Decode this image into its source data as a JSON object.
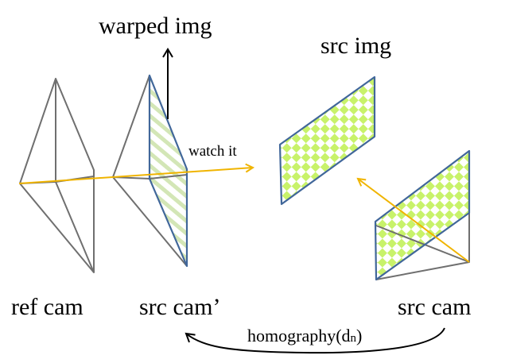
{
  "labels": {
    "warped_img": "warped img",
    "src_img": "src img",
    "watch_it": "watch it",
    "ref_cam": "ref cam",
    "src_cam_prime": "src cam’",
    "src_cam": "src cam",
    "homography": "homography(d",
    "homography_sub": "n",
    "homography_close": ")"
  },
  "colors": {
    "camera_frustum": "#6f6f6f",
    "image_plane_border": "#41679a",
    "checker_fill": "#c8f26a",
    "hatch_fill": "#cfe2b0",
    "ray": "#f0b400",
    "arrow": "#000000"
  }
}
